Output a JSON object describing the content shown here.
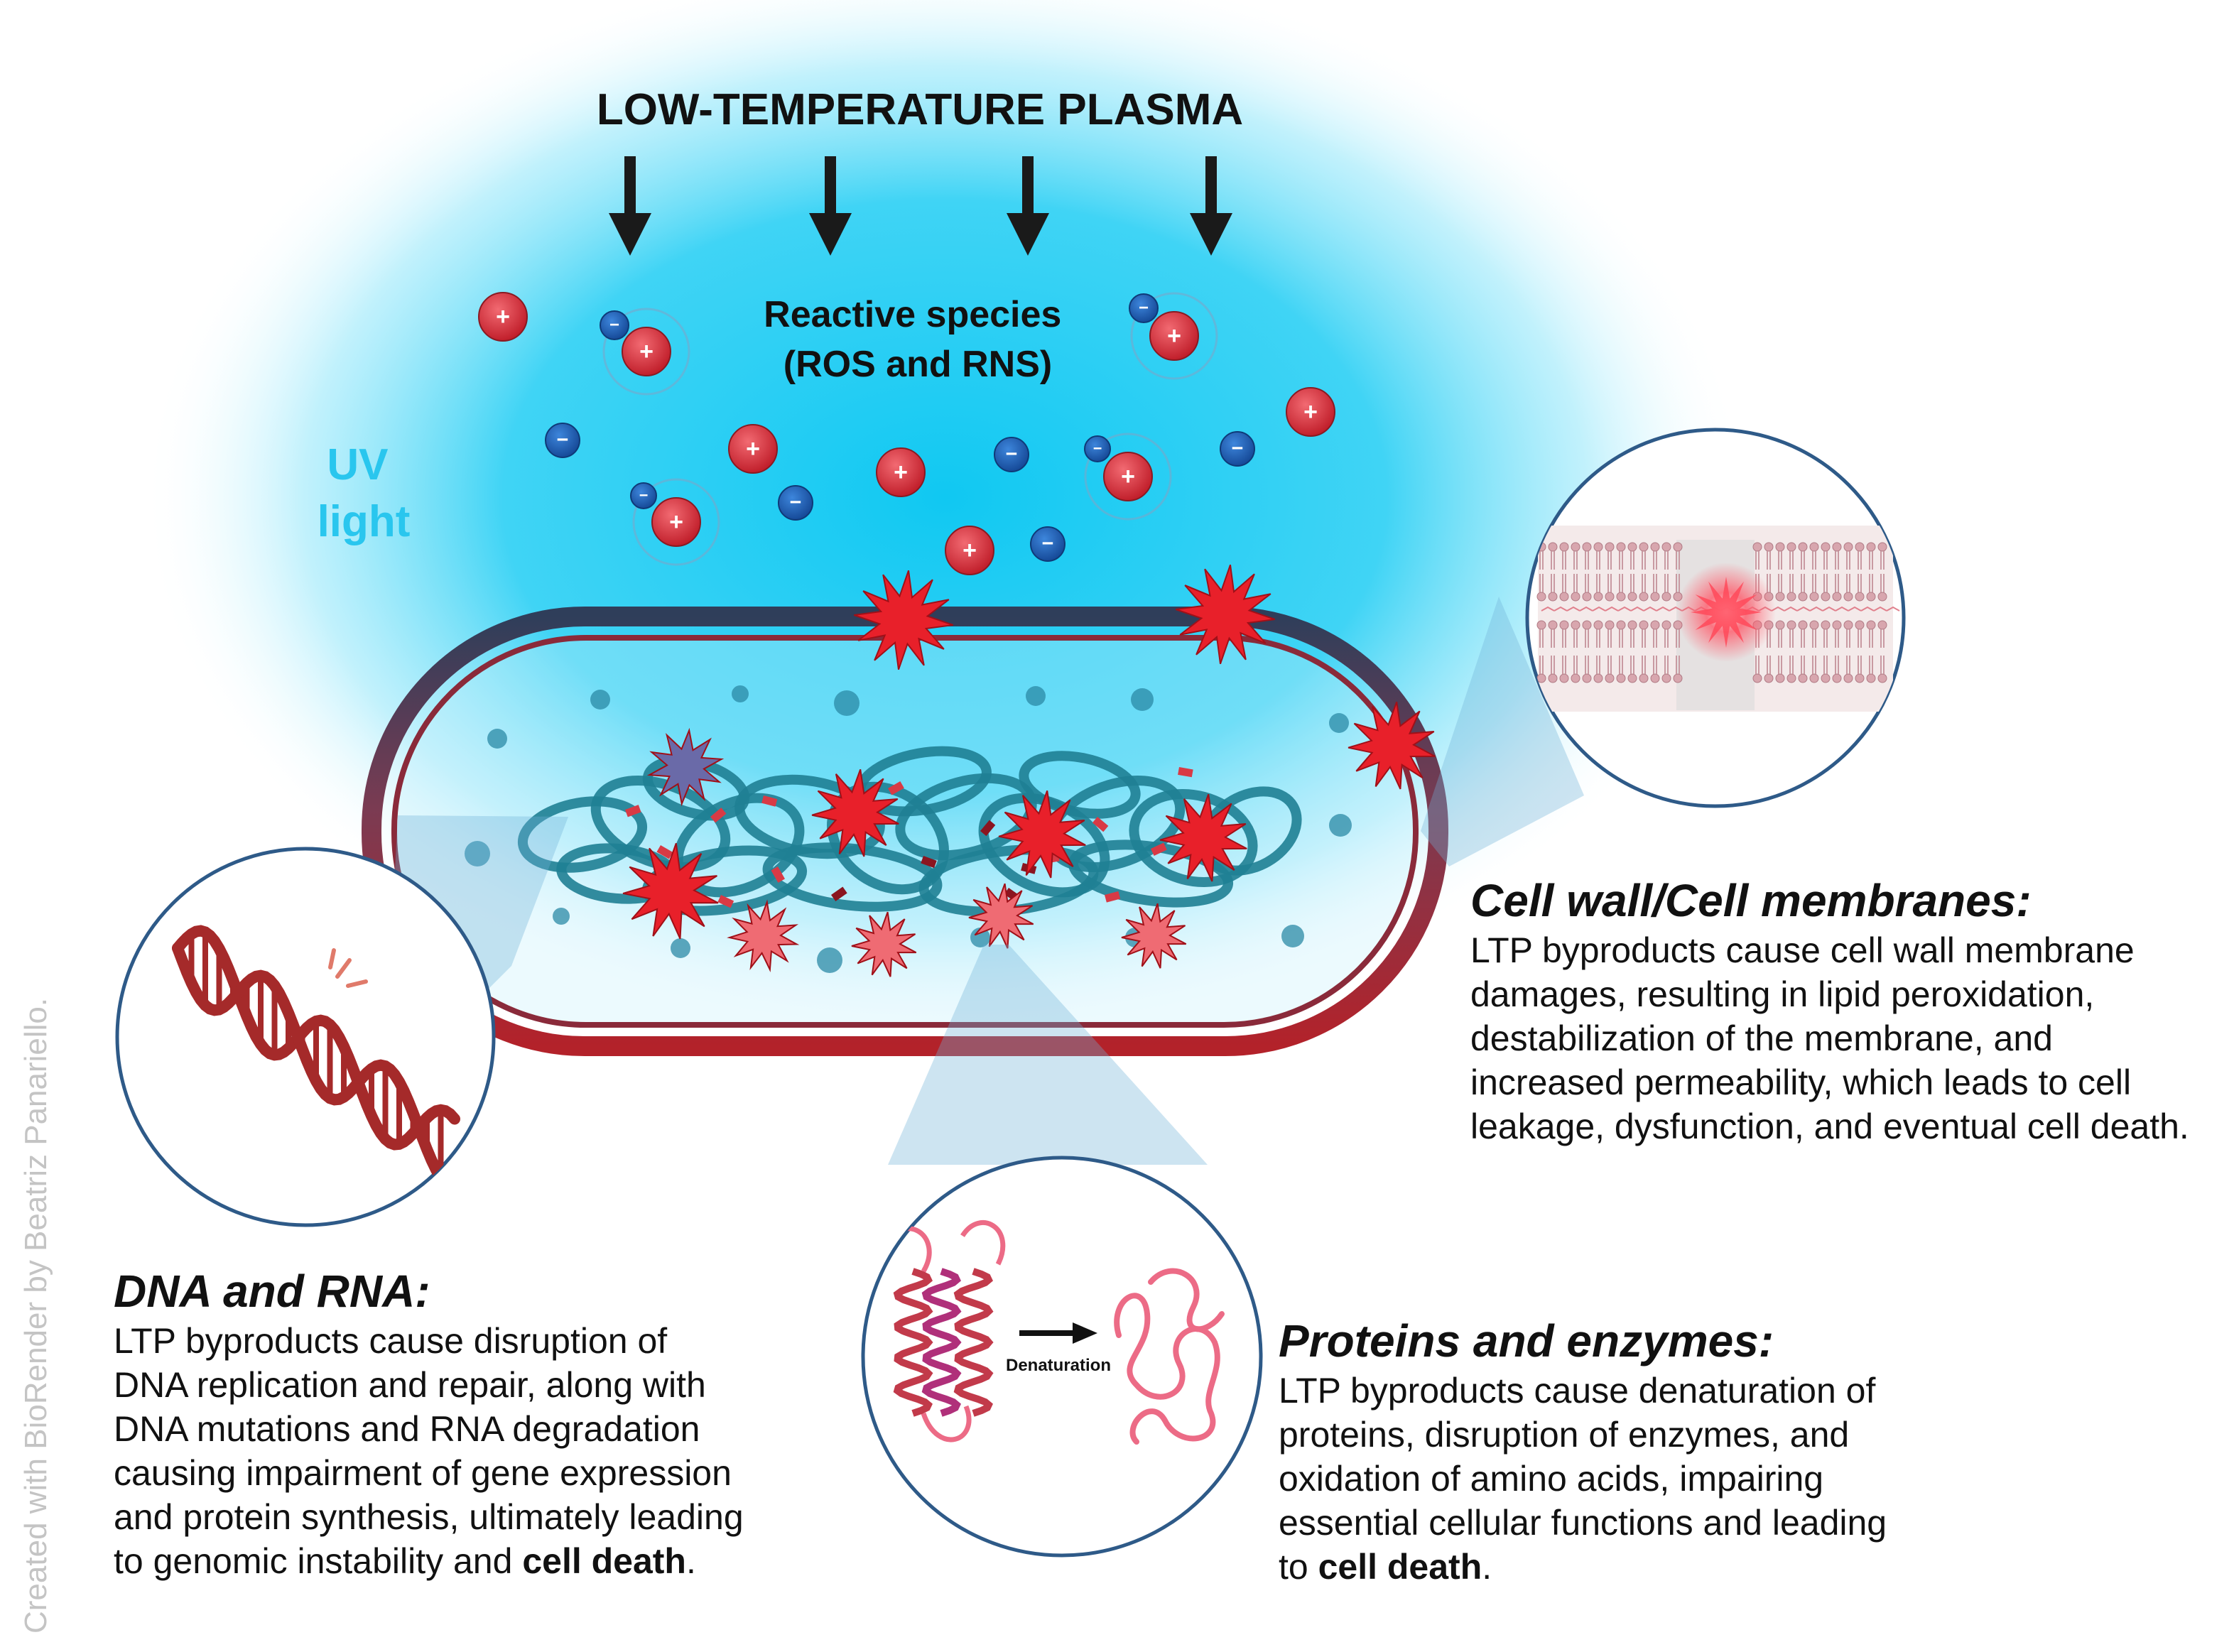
{
  "title": "LOW-TEMPERATURE PLASMA",
  "reactive_species": [
    "Reactive species",
    "(ROS and RNS)"
  ],
  "uv_light": [
    "UV",
    "light"
  ],
  "watermark": "Created with BioRender by Beatriz Panariello.",
  "ion_signs": {
    "positive": "+",
    "negative": "−"
  },
  "denaturation_label": "Denaturation",
  "colors": {
    "plasma_glow": "#10c8f2",
    "cell_wall": "#a8232b",
    "cell_wall_dark": "#2f3e5a",
    "dna_loops": "#1f7f93",
    "damage_star": "#e8202a",
    "damage_star_soft": "#ef6b73",
    "positive_ion": "#dd2f3a",
    "negative_ion": "#1f5fb8",
    "callout_border": "#2e5a88",
    "uv_text": "#29c6ee",
    "dna_helix": "#a52a2a",
    "protein_helix": "#c23a4a",
    "protein_loop": "#ec6b86"
  },
  "sections": {
    "dna": {
      "heading": "DNA and RNA:",
      "lines": [
        {
          "pre": "LTP byproducts cause disruption of",
          "bold": "",
          "post": ""
        },
        {
          "pre": "DNA replication and repair, along with",
          "bold": "",
          "post": ""
        },
        {
          "pre": "DNA mutations and RNA degradation",
          "bold": "",
          "post": ""
        },
        {
          "pre": "causing impairment of gene expression",
          "bold": "",
          "post": ""
        },
        {
          "pre": "and protein synthesis, ultimately leading",
          "bold": "",
          "post": ""
        },
        {
          "pre": "to genomic instability and ",
          "bold": "cell death",
          "post": "."
        }
      ]
    },
    "membrane": {
      "heading": "Cell wall/Cell membranes:",
      "lines": [
        {
          "pre": "LTP byproducts cause cell wall membrane",
          "bold": "",
          "post": ""
        },
        {
          "pre": "damages, resulting in lipid peroxidation,",
          "bold": "",
          "post": ""
        },
        {
          "pre": "destabilization of the membrane, and",
          "bold": "",
          "post": ""
        },
        {
          "pre": "increased permeability, which leads to cell",
          "bold": "",
          "post": ""
        },
        {
          "pre": "leakage, dysfunction, and eventual cell death.",
          "bold": "",
          "post": ""
        }
      ]
    },
    "protein": {
      "heading": "Proteins and enzymes:",
      "lines": [
        {
          "pre": "LTP byproducts cause denaturation of",
          "bold": "",
          "post": ""
        },
        {
          "pre": "proteins, disruption of enzymes, and",
          "bold": "",
          "post": ""
        },
        {
          "pre": "oxidation of amino acids, impairing",
          "bold": "",
          "post": ""
        },
        {
          "pre": "essential cellular functions and leading",
          "bold": "",
          "post": ""
        },
        {
          "pre": "to ",
          "bold": "cell death",
          "post": "."
        }
      ]
    }
  }
}
